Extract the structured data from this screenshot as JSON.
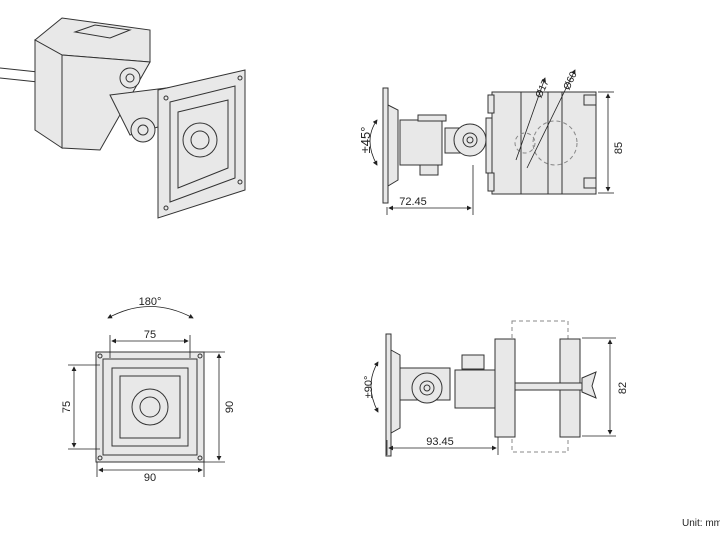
{
  "unit_label": "Unit: mm",
  "side_view_1": {
    "rotation": "±45°",
    "depth": "72.45",
    "height": "85",
    "diameter_small": "Ø17",
    "diameter_large": "Ø60"
  },
  "front_view": {
    "rotation": "180°",
    "hole_width": "75",
    "hole_height": "75",
    "plate_width": "90",
    "plate_height": "90"
  },
  "side_view_2": {
    "rotation": "±90°",
    "depth": "93.45",
    "height": "82"
  }
}
